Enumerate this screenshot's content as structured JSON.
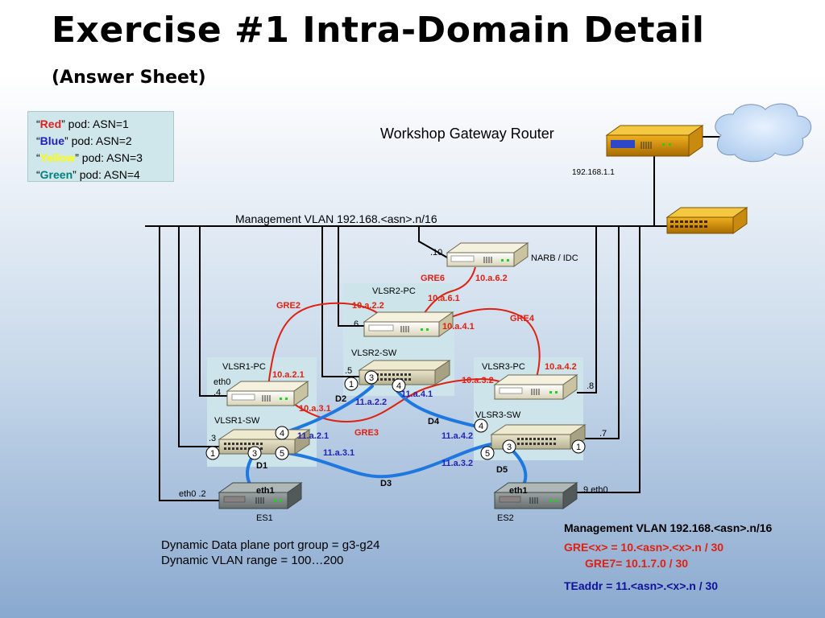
{
  "title": "Exercise #1 Intra-Domain Detail",
  "subtitle": "(Answer Sheet)",
  "legend": {
    "red_word": "Red",
    "red_rest": "” pod: ASN=1",
    "blue_word": "Blue",
    "blue_rest": "” pod: ASN=2",
    "yellow_word": "Yellow",
    "yellow_rest": "” pod: ASN=3",
    "green_word": "Green",
    "green_rest": "” pod: ASN=4",
    "open_quote": "“"
  },
  "labels": {
    "gateway": "Workshop Gateway Router",
    "gateway_ip": "192.168.1.1",
    "mgmt_vlan": "Management VLAN  192.168.<asn>.n/16",
    "narb_ip": ".10",
    "narb": "NARB / IDC",
    "vlsr2pc": "VLSR2-PC",
    "vlsr2pc_ip": ".6",
    "vlsr2sw": "VLSR2-SW",
    "vlsr2sw_ip": ".5",
    "vlsr1pc": "VLSR1-PC",
    "vlsr1_eth0": "eth0",
    "vlsr1pc_ip": ".4",
    "vlsr1sw": "VLSR1-SW",
    "vlsr1sw_ip": ".3",
    "vlsr3pc": "VLSR3-PC",
    "vlsr3pc_ip": ".8",
    "vlsr3sw": "VLSR3-SW",
    "vlsr3sw_ip": ".7",
    "es1": "ES1",
    "es1_eth1": "eth1",
    "es1_eth0": "eth0  .2",
    "es2": "ES2",
    "es2_eth1": "eth1",
    "es2_eth0": ".9  eth0"
  },
  "links": {
    "gre2": "GRE2",
    "gre3": "GRE3",
    "gre4": "GRE4",
    "gre6": "GRE6",
    "a62": "10.a.6.2",
    "a61": "10.a.6.1",
    "a22": "10.a.2.2",
    "a41": "10.a.4.1",
    "a21": "10.a.2.1",
    "a31": "10.a.3.1",
    "a32": "10.a.3.2",
    "a42": "10.a.4.2",
    "d1": "D1",
    "d2": "D2",
    "d3": "D3",
    "d4": "D4",
    "d5": "D5",
    "b22": "11.a.2.2",
    "b41": "11.a.4.1",
    "b21": "11.a.2.1",
    "b31": "11.a.3.1",
    "b42": "11.a.4.2",
    "b32": "11.a.3.2"
  },
  "ports": {
    "sw2_p1": "1",
    "sw2_p3": "3",
    "sw2_p4": "4",
    "sw1_p4": "4",
    "sw1_p1": "1",
    "sw1_p3": "3",
    "sw1_p5": "5",
    "sw3_p4": "4",
    "sw3_p3": "3",
    "sw3_p1": "1",
    "sw3_p5": "5"
  },
  "notes": {
    "line1": "Dynamic Data plane port group = g3-g24",
    "line2": "Dynamic VLAN range = 100…200",
    "mgmt": "Management VLAN  192.168.<asn>.n/16",
    "gre": "GRE<x> =   10.<asn>.<x>.n / 30",
    "gre7": "GRE7= 10.1.7.0 / 30",
    "teaddr": "TEaddr =   11.<asn>.<x>.n / 30"
  },
  "colors": {
    "gre_link": "#e02010",
    "data_link": "#1f78e0",
    "box_fill": "#cde4ea"
  }
}
